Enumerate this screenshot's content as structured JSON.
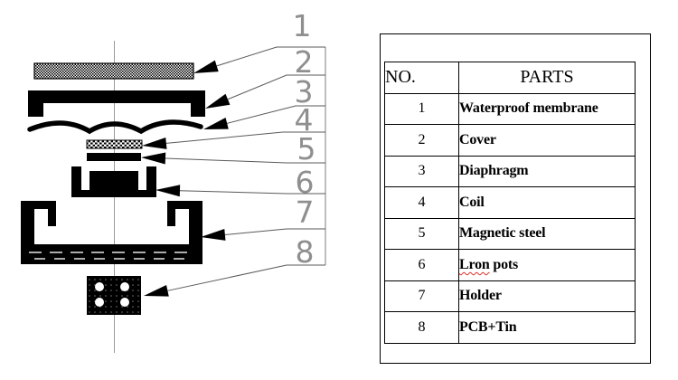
{
  "diagram": {
    "callouts": [
      {
        "label": "1",
        "target": "waterproof-membrane"
      },
      {
        "label": "2",
        "target": "cover"
      },
      {
        "label": "3",
        "target": "diaphragm"
      },
      {
        "label": "4",
        "target": "coil"
      },
      {
        "label": "5",
        "target": "magnetic-steel"
      },
      {
        "label": "6",
        "target": "iron-pots"
      },
      {
        "label": "7",
        "target": "holder"
      },
      {
        "label": "8",
        "target": "pcb-tin"
      }
    ]
  },
  "table": {
    "headers": {
      "no": "NO.",
      "parts": "PARTS"
    },
    "rows": [
      {
        "no": "1",
        "name": "Waterproof membrane"
      },
      {
        "no": "2",
        "name": "Cover"
      },
      {
        "no": "3",
        "name": "Diaphragm"
      },
      {
        "no": "4",
        "name": "Coil"
      },
      {
        "no": "5",
        "name": "Magnetic steel"
      },
      {
        "no": "6",
        "name": "Lron pots",
        "spellcheck_word": "Lron"
      },
      {
        "no": "7",
        "name": "Holder"
      },
      {
        "no": "8",
        "name": "PCB+Tin"
      }
    ]
  },
  "colors": {
    "ink": "#000000",
    "callout_gray": "#8f8f8f",
    "leader_line": "#5a5a5a",
    "ladder_line": "#7d7d7d",
    "center_line": "#9a9a9a",
    "spellcheck_red": "#d93025"
  }
}
